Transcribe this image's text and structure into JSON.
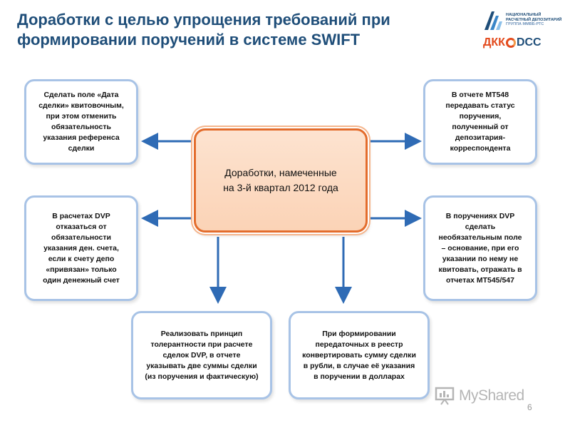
{
  "title": {
    "line1": "Доработки с целью упрощения требований при",
    "line2": "формировании поручений в системе SWIFT"
  },
  "logo": {
    "org_line1": "НАЦИОНАЛЬНЫЙ",
    "org_line2": "РАСЧЕТНЫЙ ДЕПОЗИТАРИЙ",
    "org_line3": "ГРУППА ММВБ-РТС",
    "brand_left": "ДКК",
    "brand_right": "DCC"
  },
  "center": {
    "text": "Доработки, намеченные\nна 3-й квартал 2012 года"
  },
  "boxes": {
    "top_left": "Сделать поле «Дата\nсделки» квитовочным,\nпри этом отменить\nобязательность\nуказания референса\nсделки",
    "mid_left": "В расчетах DVP\nотказаться от\nобязательности\nуказания ден. счета,\nесли к счету депо\n«привязан» только\nодин денежный счет",
    "top_right": "В отчете МТ548\nпередавать статус\nпоручения,\nполученный от\nдепозитария-\nкорреспондента",
    "mid_right": "В поручениях DVP\nсделать\nнеобязательным поле\n– основание, при его\nуказании по нему не\nквитовать, отражать в\nотчетах МТ545/547",
    "bottom_left": "Реализовать принцип\nтолерантности при расчете\nсделок DVP, в отчете\nуказывать две суммы сделки\n(из поручения и фактическую)",
    "bottom_right": "При формировании\nпередаточных в реестр\nконвертировать сумму сделки\nв рубли, в случае её указания\nв поручении в долларах"
  },
  "watermark": "MyShared",
  "page_number": "6",
  "colors": {
    "title": "#1f4e79",
    "box_border": "#a8c3e6",
    "center_border": "#e36c2c",
    "center_fill": "#fde3d0",
    "arrow": "#2f6bb5"
  }
}
